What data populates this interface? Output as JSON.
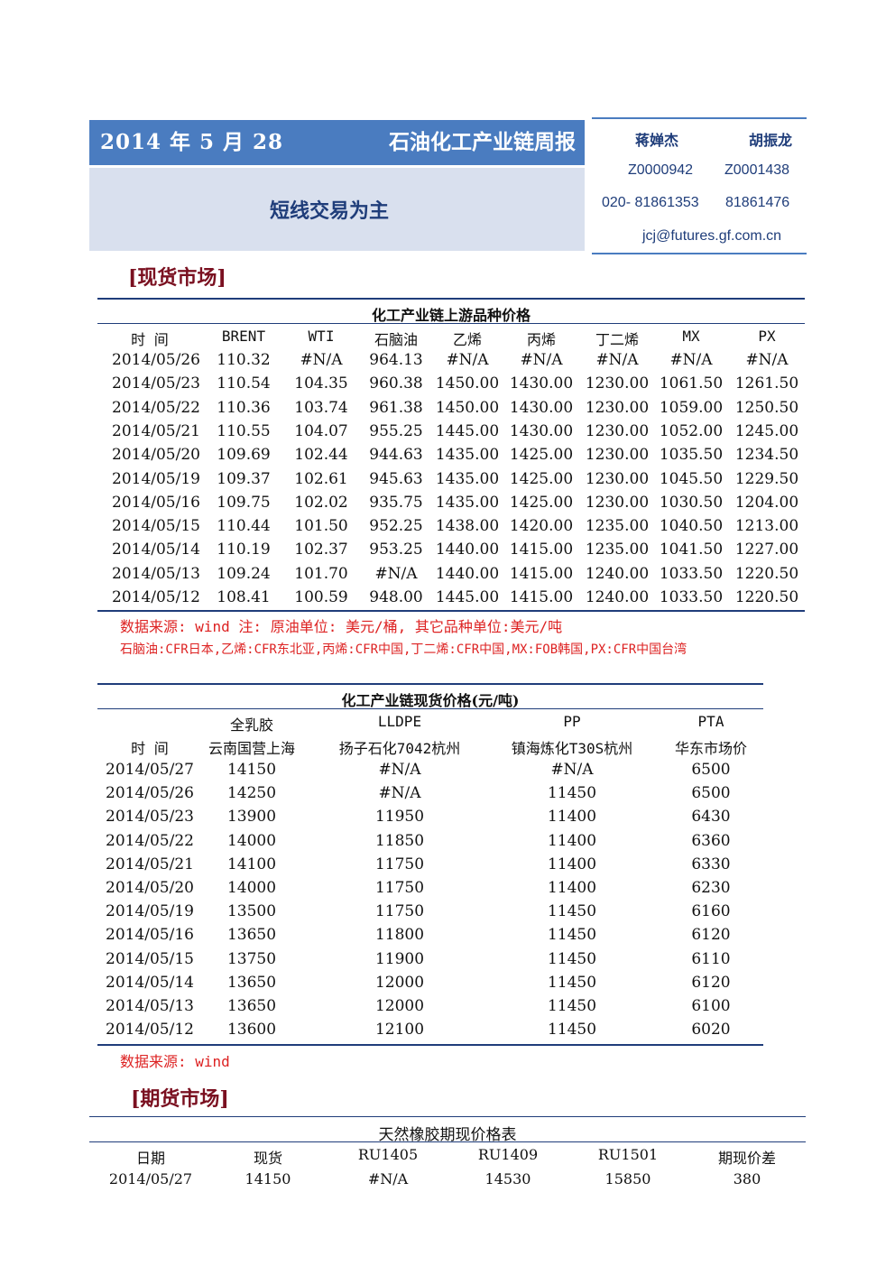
{
  "header": {
    "date": "2014 年 5 月 28 日",
    "report_title": "石油化工产业链周报",
    "subtitle": "短线交易为主"
  },
  "contacts": {
    "name1": "蒋婵杰",
    "name2": "胡振龙",
    "id1": "Z0000942",
    "id2": "Z0001438",
    "phone1": "020- 81861353",
    "phone2": "81861476",
    "email": "jcj@futures.gf.com.cn"
  },
  "sections": {
    "spot": "[现货市场]",
    "futures": "[期货市场]"
  },
  "table1": {
    "title": "化工产业链上游品种价格",
    "headers": [
      "时 间",
      "BRENT",
      "WTI",
      "石脑油",
      "乙烯",
      "丙烯",
      "丁二烯",
      "MX",
      "PX"
    ],
    "rows": [
      [
        "2014/05/26",
        "110.32",
        "#N/A",
        "964.13",
        "#N/A",
        "#N/A",
        "#N/A",
        "#N/A",
        "#N/A"
      ],
      [
        "2014/05/23",
        "110.54",
        "104.35",
        "960.38",
        "1450.00",
        "1430.00",
        "1230.00",
        "1061.50",
        "1261.50"
      ],
      [
        "2014/05/22",
        "110.36",
        "103.74",
        "961.38",
        "1450.00",
        "1430.00",
        "1230.00",
        "1059.00",
        "1250.50"
      ],
      [
        "2014/05/21",
        "110.55",
        "104.07",
        "955.25",
        "1445.00",
        "1430.00",
        "1230.00",
        "1052.00",
        "1245.00"
      ],
      [
        "2014/05/20",
        "109.69",
        "102.44",
        "944.63",
        "1435.00",
        "1425.00",
        "1230.00",
        "1035.50",
        "1234.50"
      ],
      [
        "2014/05/19",
        "109.37",
        "102.61",
        "945.63",
        "1435.00",
        "1425.00",
        "1230.00",
        "1045.50",
        "1229.50"
      ],
      [
        "2014/05/16",
        "109.75",
        "102.02",
        "935.75",
        "1435.00",
        "1425.00",
        "1230.00",
        "1030.50",
        "1204.00"
      ],
      [
        "2014/05/15",
        "110.44",
        "101.50",
        "952.25",
        "1438.00",
        "1420.00",
        "1235.00",
        "1040.50",
        "1213.00"
      ],
      [
        "2014/05/14",
        "110.19",
        "102.37",
        "953.25",
        "1440.00",
        "1415.00",
        "1235.00",
        "1041.50",
        "1227.00"
      ],
      [
        "2014/05/13",
        "109.24",
        "101.70",
        "#N/A",
        "1440.00",
        "1415.00",
        "1240.00",
        "1033.50",
        "1220.50"
      ],
      [
        "2014/05/12",
        "108.41",
        "100.59",
        "948.00",
        "1445.00",
        "1415.00",
        "1240.00",
        "1033.50",
        "1220.50"
      ]
    ],
    "note1": "数据来源: wind   注: 原油单位: 美元/桶, 其它品种单位:美元/吨",
    "note2": "石脑油:CFR日本,乙烯:CFR东北亚,丙烯:CFR中国,丁二烯:CFR中国,MX:FOB韩国,PX:CFR中国台湾"
  },
  "table2": {
    "title": "化工产业链现货价格(元/吨)",
    "headers_top": [
      "",
      "全乳胶",
      "LLDPE",
      "PP",
      "PTA"
    ],
    "headers": [
      "时 间",
      "云南国营上海",
      "扬子石化7042杭州",
      "镇海炼化T30S杭州",
      "华东市场价"
    ],
    "rows": [
      [
        "2014/05/27",
        "14150",
        "#N/A",
        "#N/A",
        "6500"
      ],
      [
        "2014/05/26",
        "14250",
        "#N/A",
        "11450",
        "6500"
      ],
      [
        "2014/05/23",
        "13900",
        "11950",
        "11400",
        "6430"
      ],
      [
        "2014/05/22",
        "14000",
        "11850",
        "11400",
        "6360"
      ],
      [
        "2014/05/21",
        "14100",
        "11750",
        "11400",
        "6330"
      ],
      [
        "2014/05/20",
        "14000",
        "11750",
        "11400",
        "6230"
      ],
      [
        "2014/05/19",
        "13500",
        "11750",
        "11450",
        "6160"
      ],
      [
        "2014/05/16",
        "13650",
        "11800",
        "11450",
        "6120"
      ],
      [
        "2014/05/15",
        "13750",
        "11900",
        "11450",
        "6110"
      ],
      [
        "2014/05/14",
        "13650",
        "12000",
        "11450",
        "6120"
      ],
      [
        "2014/05/13",
        "13650",
        "12000",
        "11450",
        "6100"
      ],
      [
        "2014/05/12",
        "13600",
        "12100",
        "11450",
        "6020"
      ]
    ],
    "note": "数据来源: wind"
  },
  "table3": {
    "title": "天然橡胶期现价格表",
    "headers": [
      "日期",
      "现货",
      "RU1405",
      "RU1409",
      "RU1501",
      "期现价差"
    ],
    "rows": [
      [
        "2014/05/27",
        "14150",
        "#N/A",
        "14530",
        "15850",
        "380"
      ]
    ]
  }
}
